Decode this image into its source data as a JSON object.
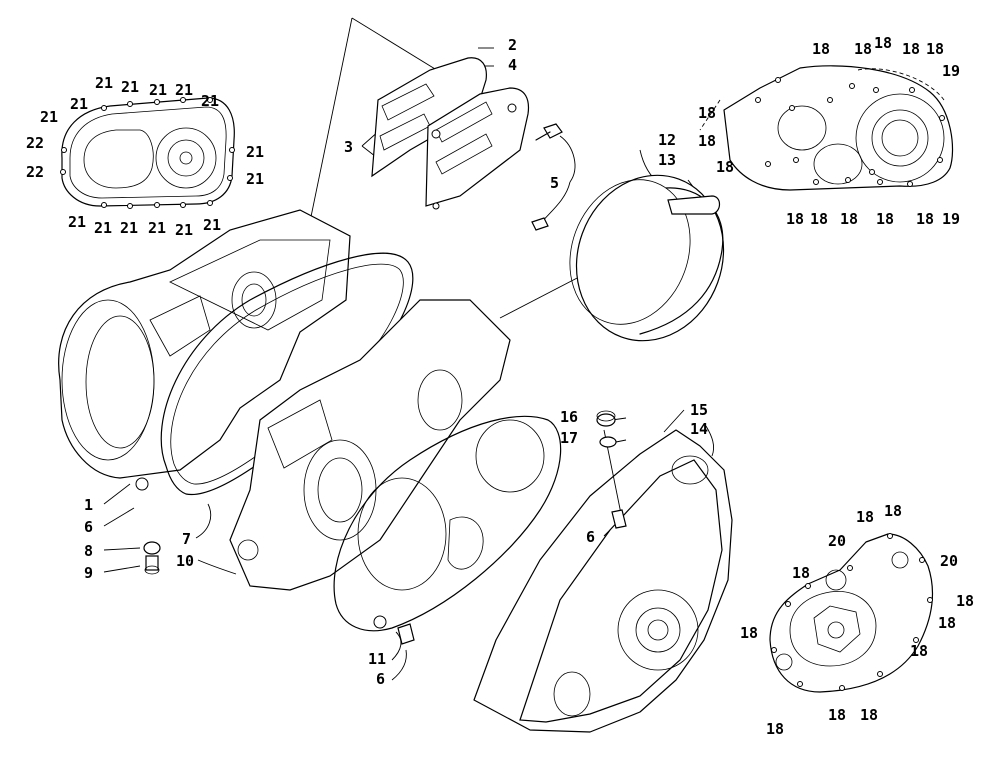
{
  "callouts": {
    "c1": "1",
    "c2": "2",
    "c3": "3",
    "c4": "4",
    "c5": "5",
    "c6a": "6",
    "c6b": "6",
    "c6c": "6",
    "c7": "7",
    "c8": "8",
    "c9": "9",
    "c10": "10",
    "c11": "11",
    "c12": "12",
    "c13": "13",
    "c14": "14",
    "c15": "15",
    "c16": "16",
    "c17": "17",
    "c18": "18",
    "c19": "19",
    "c20": "20",
    "c21": "21",
    "c22": "22"
  }
}
